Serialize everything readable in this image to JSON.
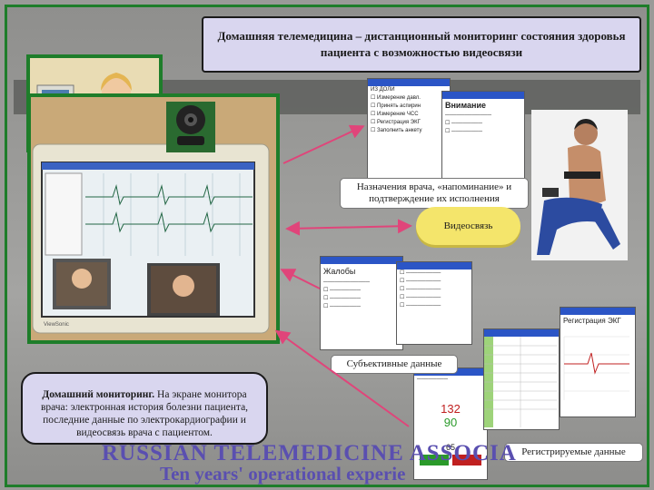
{
  "title": "Домашняя телемедицина – дистанционный мониторинг состояния здоровья пациента с возможностью видеосвязи",
  "labels": {
    "prescriptions": "Назначения врача, «напоминание» и подтверждение их исполнения",
    "video": "Видеосвязь",
    "subjective": "Субъективные данные",
    "registered": "Регистрируемые данные"
  },
  "callout": {
    "bold": "Домашний мониторинг.",
    "text": " На экране монитора врача: электронная история болезни пациента, последние данные по электрокардиографии и видеосвязь врача с пациентом."
  },
  "watermark": {
    "line1": "RUSSIAN TELEMEDICINE ASSOCIA",
    "line2": "Ten years' operational experie"
  },
  "pda": {
    "top_heading": "Внимание",
    "mid_heading": "Жалобы",
    "ecg_heading": "Регистрация ЭКГ",
    "reading1": "132",
    "reading2": "90",
    "reading3": "65"
  },
  "colors": {
    "frame": "#1e7d2a",
    "title_bg": "#d9d6ef",
    "cloud": "#f4e56b",
    "arrow": "#e0457a"
  }
}
